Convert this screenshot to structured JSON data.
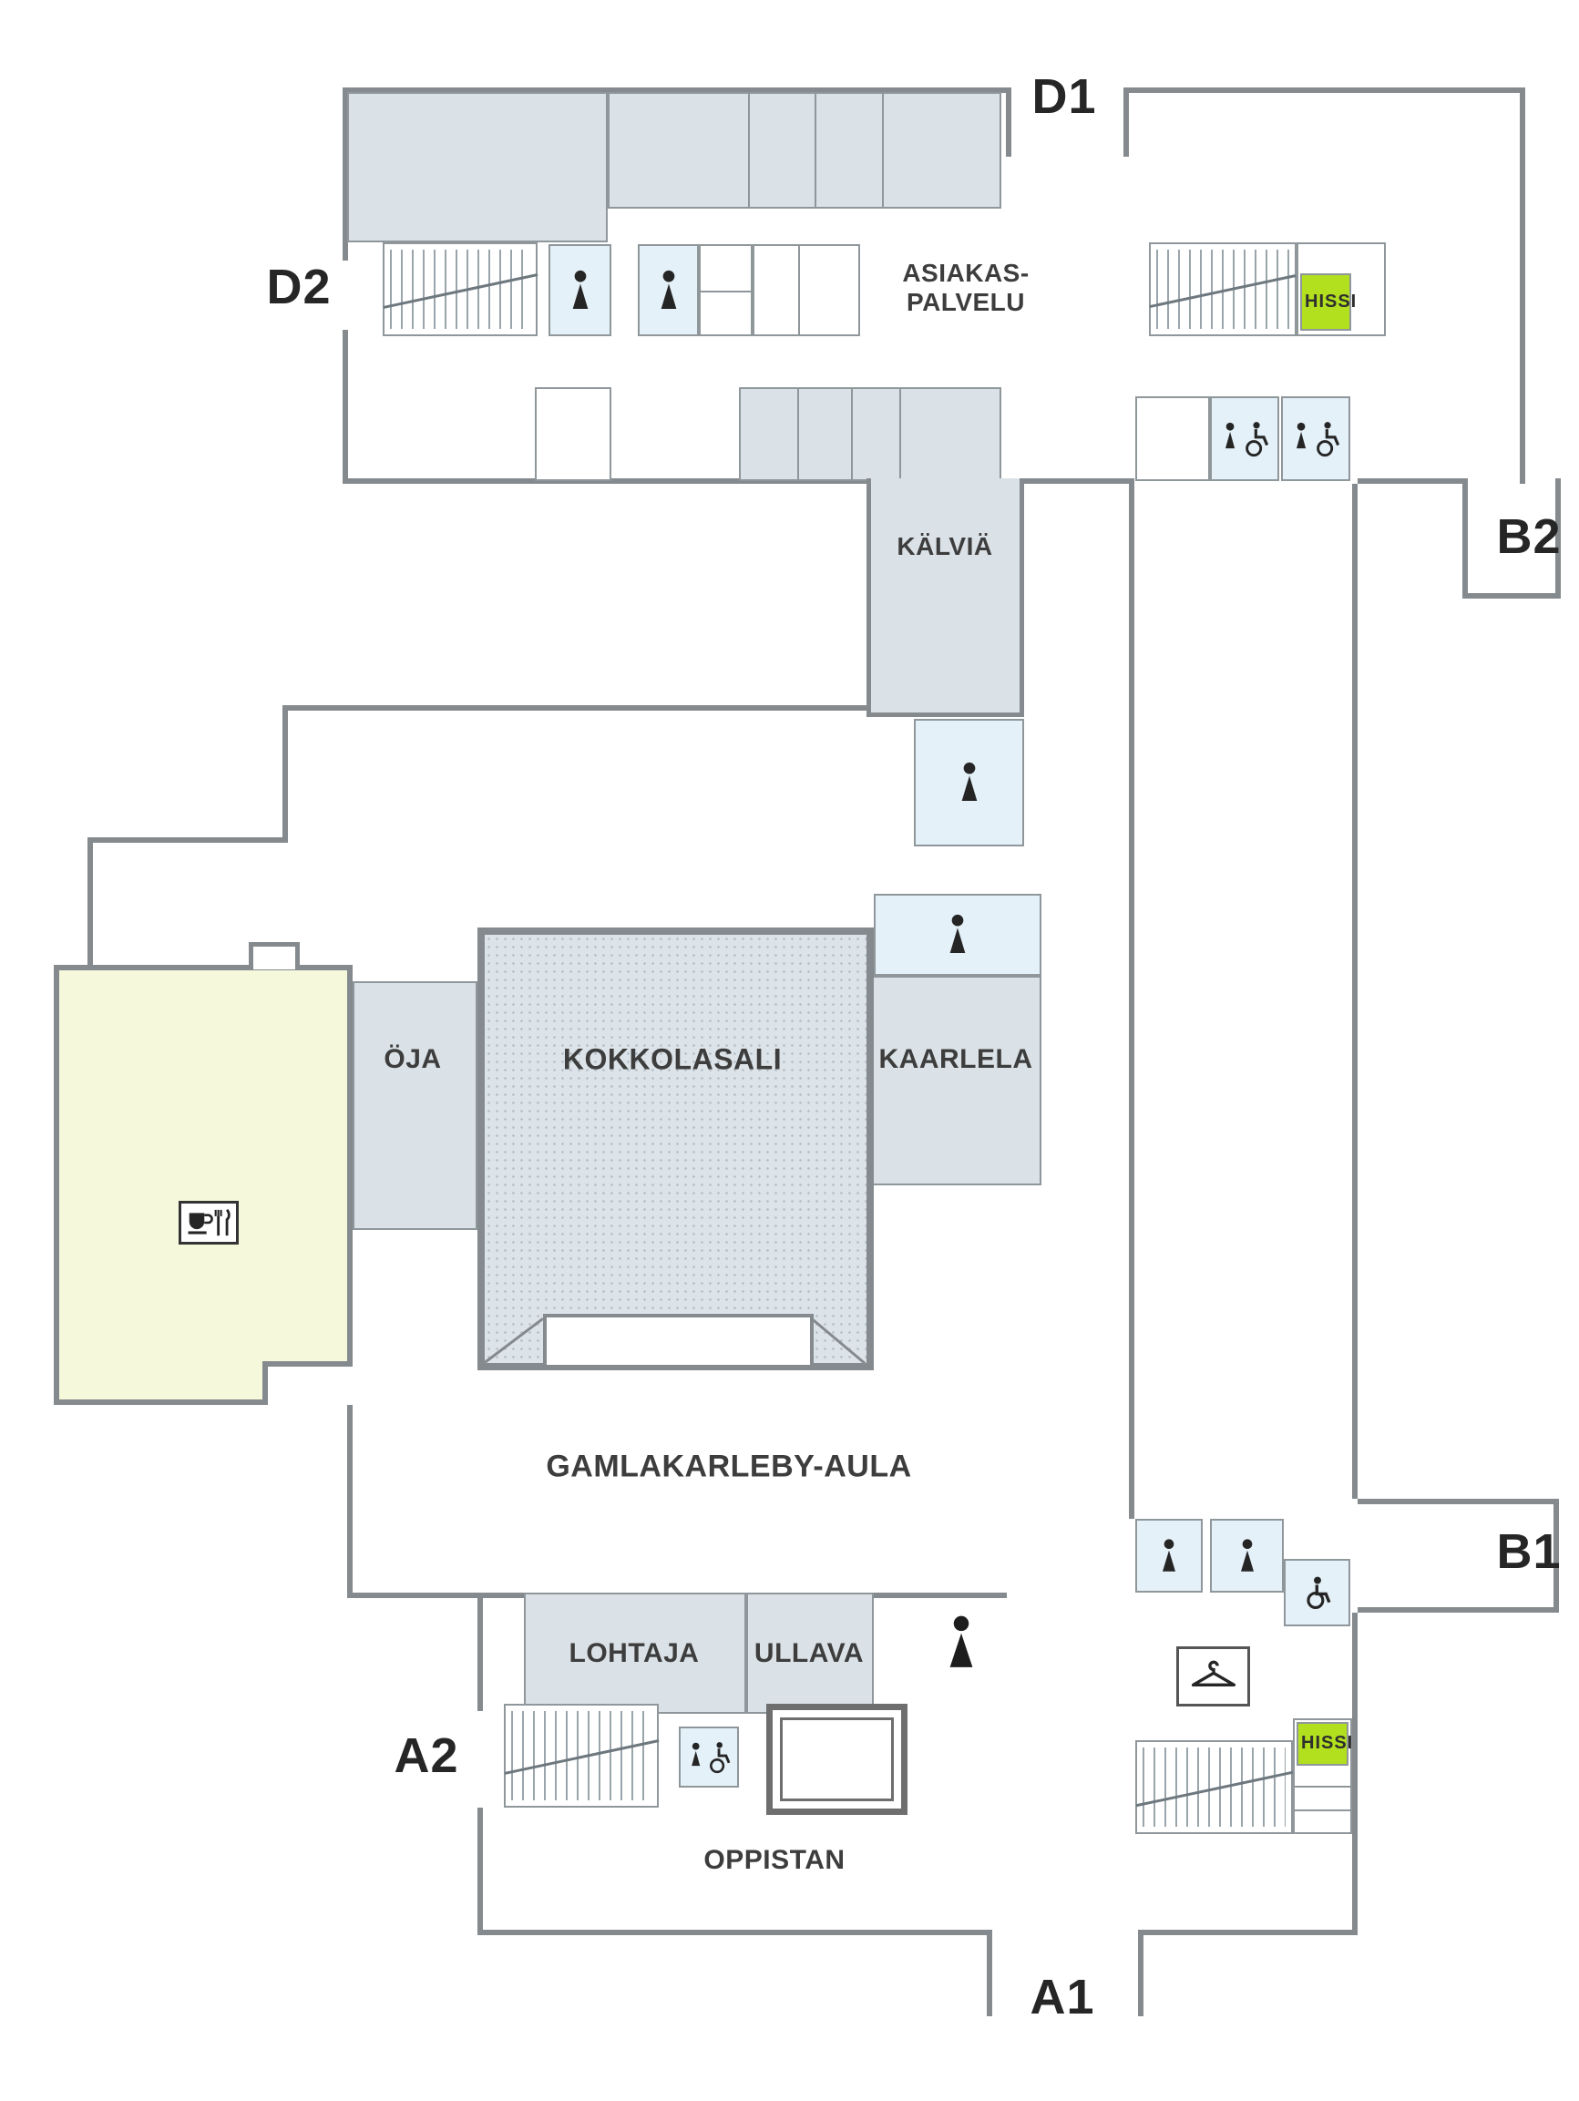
{
  "entrances": {
    "d1": "D1",
    "d2": "D2",
    "b2": "B2",
    "b1": "B1",
    "a2": "A2",
    "a1": "A1"
  },
  "rooms": {
    "asiakaspalvelu_line1": "ASIAKAS-",
    "asiakaspalvelu_line2": "PALVELU",
    "kalvia": "KÄLVIÄ",
    "oja": "ÖJA",
    "kokkolasali": "KOKKOLASALI",
    "kaarlela": "KAARLELA",
    "aula": "GAMLAKARLEBY-AULA",
    "lohtaja": "LOHTAJA",
    "ullava": "ULLAVA",
    "oppistan": "OPPISTAN"
  },
  "elevators": {
    "hissi_top": "HISSI",
    "hissi_bottom": "HISSI"
  },
  "colors": {
    "wall": "#848a8d",
    "room_gray": "#dbe2e7",
    "toilet_blue": "#e4f1f8",
    "cafe_cream": "#f5f8da",
    "elevator_green": "#b2e01e",
    "icon": "#252525",
    "label": "#3d3d3d"
  }
}
